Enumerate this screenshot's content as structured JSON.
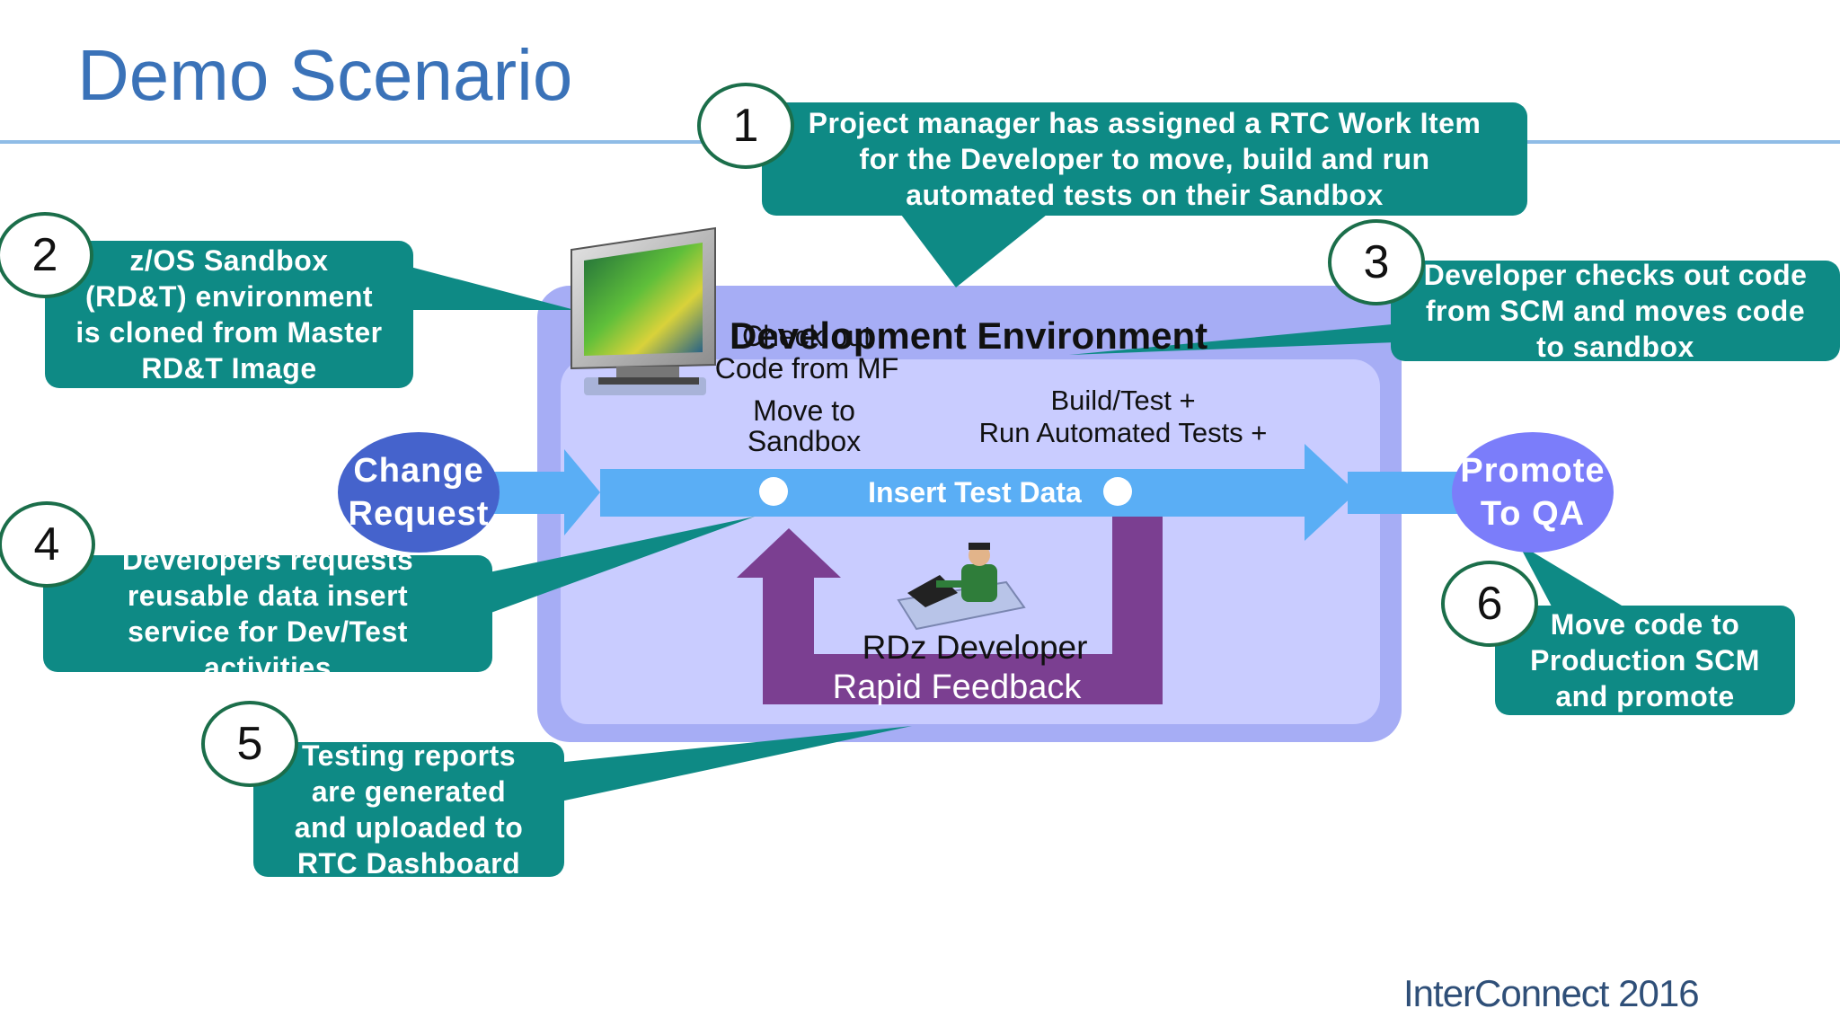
{
  "slide": {
    "title": "Demo Scenario",
    "footer": "InterConnect 2016"
  },
  "colors": {
    "title": "#3a72b8",
    "callout": "#0e8a85",
    "env_outer": "#a6adf5",
    "env_inner": "#c9ccff",
    "arrow": "#5aaef5",
    "feedback": "#7b3f91",
    "oval": "#4563cc",
    "oval_qa": "#7b7dfa"
  },
  "callouts": [
    {
      "number": "1",
      "text": "Project manager has assigned a RTC Work Item\nfor the Developer to move, build and run\nautomated tests on their Sandbox"
    },
    {
      "number": "2",
      "text": "z/OS Sandbox\n(RD&T) environment\nis cloned from Master\nRD&T Image"
    },
    {
      "number": "3",
      "text": "Developer checks out code\nfrom SCM and moves code\nto sandbox"
    },
    {
      "number": "4",
      "text": "Developers requests\nreusable data insert\nservice for  Dev/Test\nactivities"
    },
    {
      "number": "5",
      "text": "Testing reports\nare generated\nand  uploaded to\nRTC Dashboard"
    },
    {
      "number": "6",
      "text": "Move code to\nProduction SCM\nand promote"
    }
  ],
  "environment": {
    "title": "Development Environment",
    "check_out": "Check out\nCode from MF",
    "move": "Move  to\nSandbox",
    "build": "Build/Test  +\nRun  Automated  Tests  +",
    "insert": "Insert Test Data",
    "developer": "RDz Developer",
    "feedback": "Rapid Feedback"
  },
  "flow": {
    "start": "Change\nRequest",
    "end": "Promote\nTo QA"
  },
  "icons": {
    "monitor": "monitor-icon",
    "developer": "developer-at-desk-icon"
  }
}
